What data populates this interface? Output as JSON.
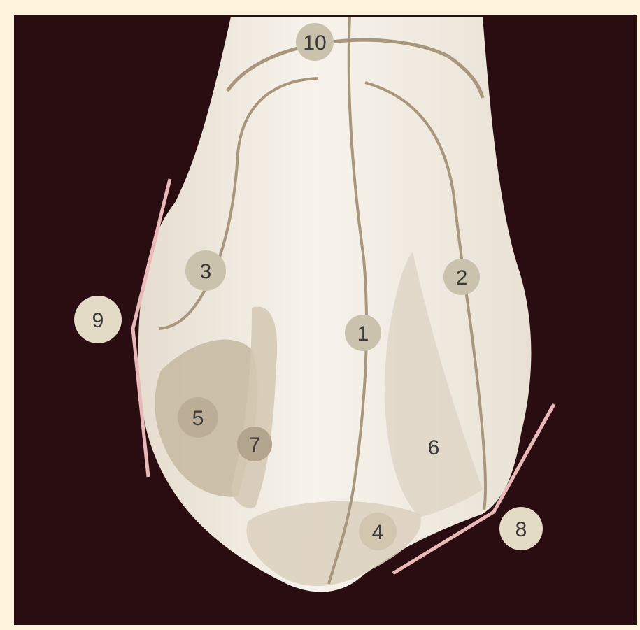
{
  "colors": {
    "frame": "#fdf3dc",
    "background": "#2a0d10",
    "tooth": "#f2ece1",
    "groove": "#a9977d",
    "marker": "#e9b8b8",
    "label_circle": "#cbc2ad",
    "label_text": "#3a3a3a"
  },
  "labels": {
    "l1": "1",
    "l2": "2",
    "l3": "3",
    "l4": "4",
    "l5": "5",
    "l6": "6",
    "l7": "7",
    "l8": "8",
    "l9": "9",
    "l10": "10"
  }
}
